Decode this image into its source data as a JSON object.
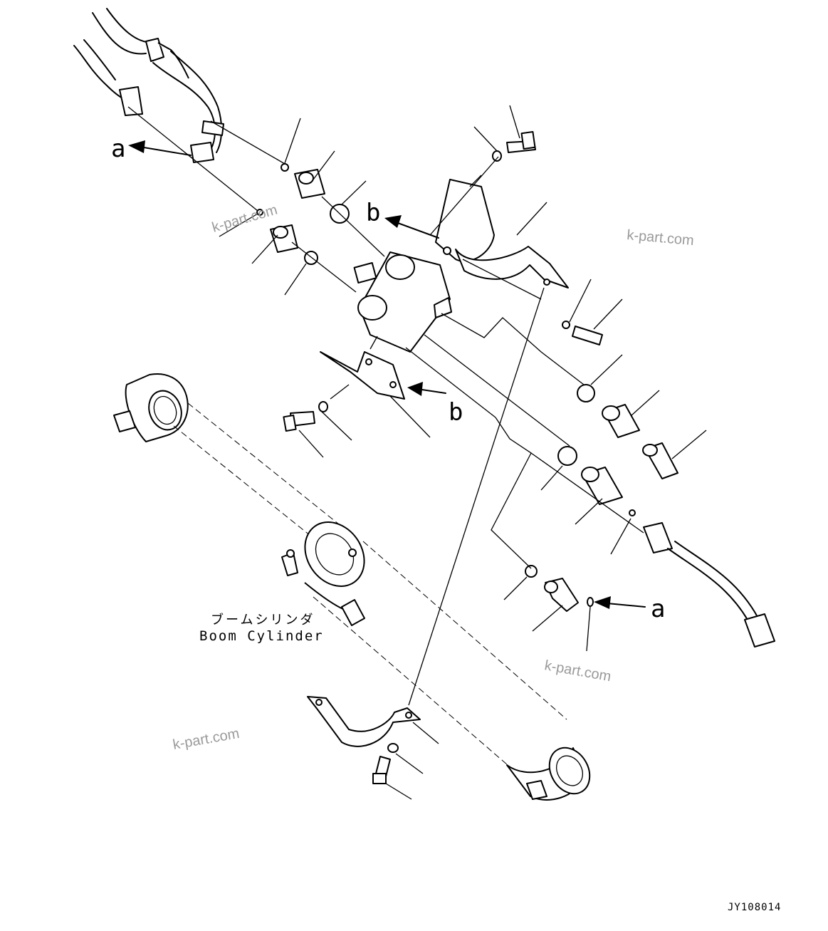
{
  "callouts": {
    "a_upper": "a",
    "a_lower": "a",
    "b_upper": "b",
    "b_lower": "b"
  },
  "component_label": {
    "japanese": "ブームシリンダ",
    "english": "Boom Cylinder"
  },
  "watermark": "k-part.com",
  "drawing_code": "JY108014"
}
